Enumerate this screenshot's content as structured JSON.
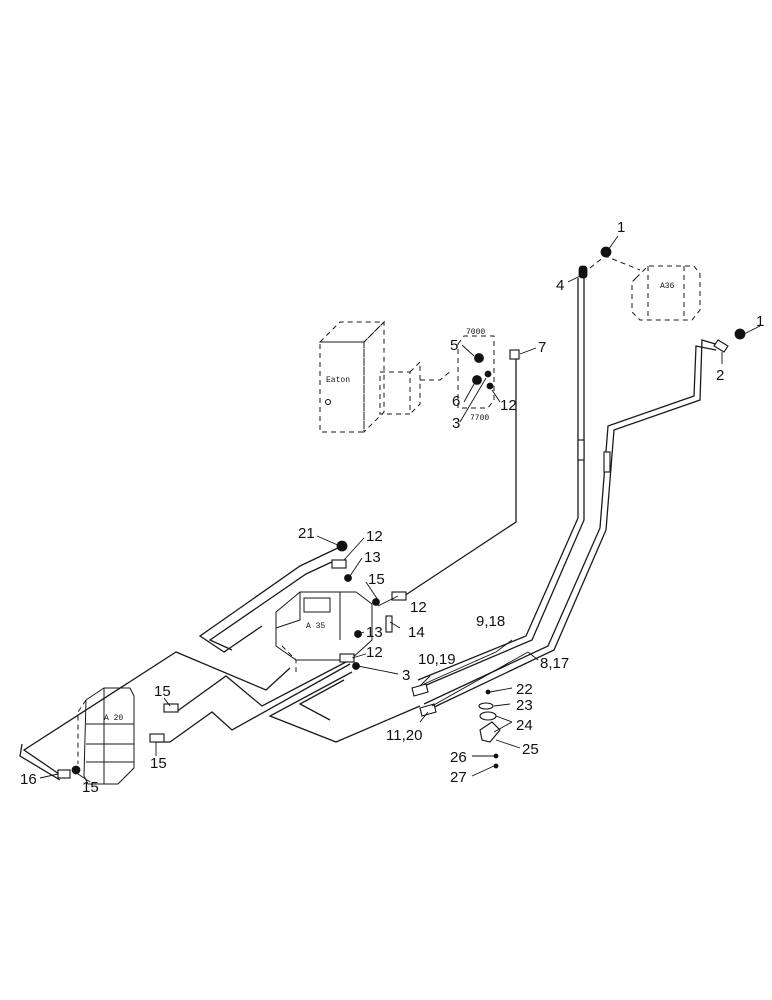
{
  "components": {
    "eaton": "Eaton",
    "valve_a36": "A36",
    "valve_a35": "A 35",
    "valve_a20": "A 20",
    "port_7000": "7000",
    "port_7700": "7700"
  },
  "callouts": {
    "c1a": "1",
    "c1b": "1",
    "c2": "2",
    "c3a": "3",
    "c3b": "3",
    "c4": "4",
    "c5": "5",
    "c6": "6",
    "c7": "7",
    "c8_17": "8,17",
    "c9_18": "9,18",
    "c10_19": "10,19",
    "c11_20": "11,20",
    "c12a": "12",
    "c12b": "12",
    "c12c": "12",
    "c12d": "12",
    "c13a": "13",
    "c13b": "13",
    "c14": "14",
    "c15a": "15",
    "c15b": "15",
    "c15c": "15",
    "c15d": "15",
    "c16": "16",
    "c21": "21",
    "c22": "22",
    "c23": "23",
    "c24": "24",
    "c25": "25",
    "c26": "26",
    "c27": "27"
  }
}
